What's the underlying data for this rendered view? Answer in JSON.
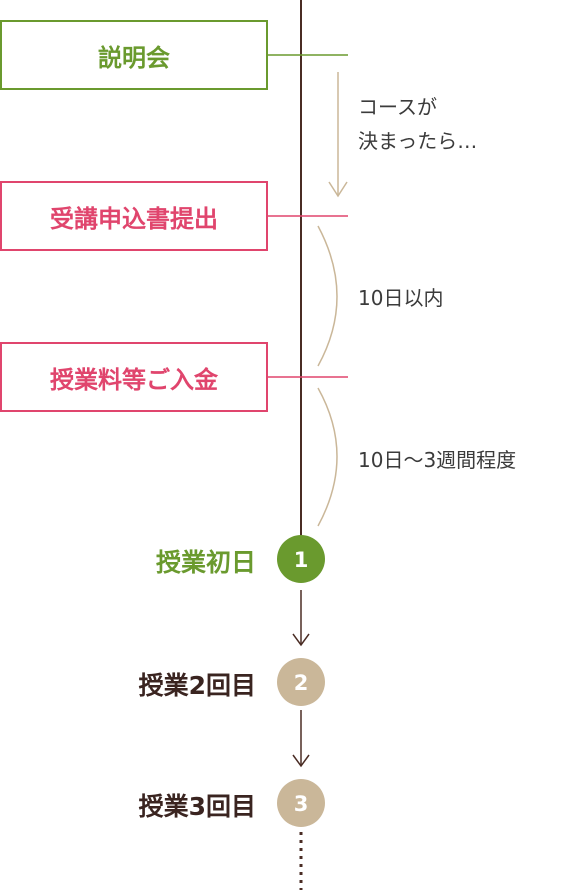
{
  "colors": {
    "green": "#6a9a2e",
    "pink": "#e0456d",
    "brown_line": "#4a2c24",
    "tan": "#cab799",
    "dark_text": "#3a2420"
  },
  "boxes": [
    {
      "label": "説明会",
      "color": "green"
    },
    {
      "label": "受講申込書提出",
      "color": "pink"
    },
    {
      "label": "授業料等ご入金",
      "color": "pink"
    }
  ],
  "notes": {
    "after_briefing": [
      "コースが",
      "決まったら…"
    ],
    "within_days": "10日以内",
    "range_days": "10日〜3週間程度"
  },
  "steps": [
    {
      "label": "授業初日",
      "number": "1"
    },
    {
      "label": "授業2回目",
      "number": "2"
    },
    {
      "label": "授業3回目",
      "number": "3"
    }
  ]
}
